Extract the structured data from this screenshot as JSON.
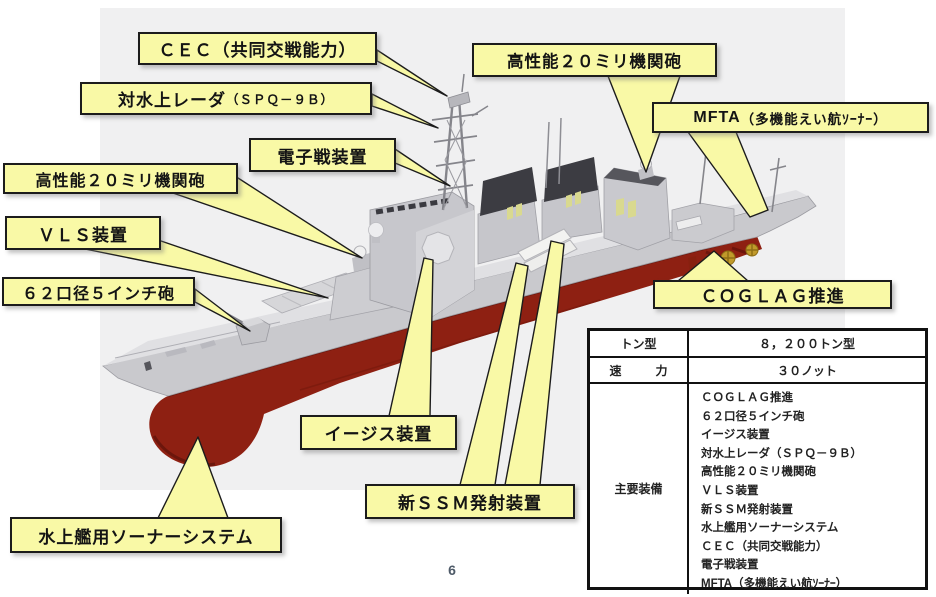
{
  "page": {
    "number": "6"
  },
  "colors": {
    "callout_bg": "#f9f9a6",
    "callout_border": "#1c1c1c",
    "backdrop": "#f0f0f1",
    "ship_hull_gray": "#c9c9cd",
    "ship_bottom_red": "#8e2012",
    "funnel_dark": "#3c3c42",
    "propeller_gold": "#c19a2b",
    "table_border": "#111111"
  },
  "callouts": {
    "cec": {
      "text": "ＣＥＣ（共同交戦能力）"
    },
    "surface_radar": {
      "text": "対水上レーダ",
      "suffix": "（ＳＰＱ－９Ｂ）"
    },
    "electronic_warfare": {
      "text": "電子戦装置"
    },
    "ciws_left": {
      "text": "高性能２０ミリ機関砲"
    },
    "vls": {
      "text": "ＶＬＳ装置"
    },
    "gun_5inch": {
      "text": "６２口径５インチ砲"
    },
    "ciws_right": {
      "text": "高性能２０ミリ機関砲"
    },
    "mfta": {
      "text": "MFTA",
      "suffix": "（多機能えい航ｿｰﾅｰ）"
    },
    "coglag": {
      "text": "ＣＯＧＬＡＧ推進"
    },
    "aegis": {
      "text": "イージス装置"
    },
    "ssm": {
      "text": "新ＳＳＭ発射装置"
    },
    "hull_sonar": {
      "text": "水上艦用ソーナーシステム"
    }
  },
  "spec_table": {
    "tonnage_label": "トン型",
    "tonnage_value": "８，２００トン型",
    "speed_label": "速 力",
    "speed_value": "３０ノット",
    "equipment_label": "主要装備",
    "equipment": [
      "ＣＯＧＬＡＧ推進",
      "６２口径５インチ砲",
      "イージス装置",
      "対水上レーダ（ＳＰＱ－９Ｂ）",
      "高性能２０ミリ機関砲",
      "ＶＬＳ装置",
      "新ＳＳＭ発射装置",
      "水上艦用ソーナーシステム",
      "ＣＥＣ（共同交戦能力）",
      "電子戦装置",
      "MFTA（多機能えい航ｿｰﾅｰ）"
    ]
  }
}
